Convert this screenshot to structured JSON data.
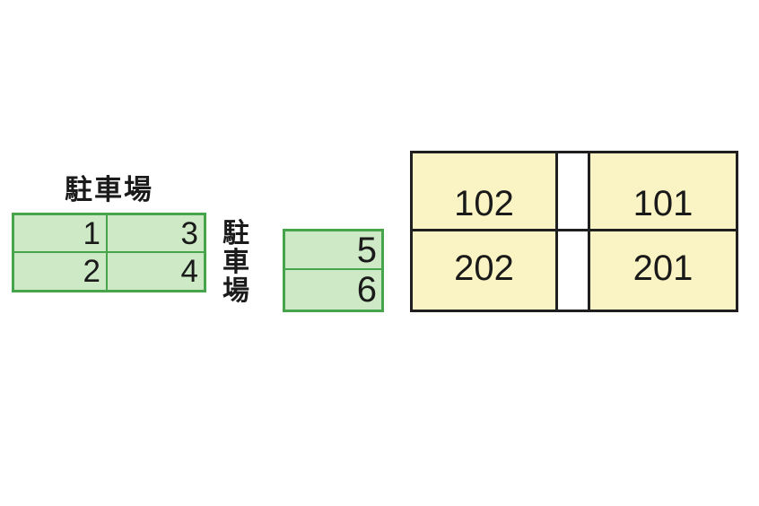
{
  "colors": {
    "background": "#ffffff",
    "green_fill": "#cee9c6",
    "green_border": "#46a54b",
    "yellow_fill": "#faf3c3",
    "black_border": "#1f1f1f",
    "text": "#1a1a1a"
  },
  "parking_area_a": {
    "title": "駐車場",
    "spaces": [
      [
        "1",
        "3"
      ],
      [
        "2",
        "4"
      ]
    ]
  },
  "parking_area_b_label": {
    "text": "駐車場",
    "chars": [
      "駐",
      "車",
      "場"
    ]
  },
  "parking_area_b": {
    "spaces": [
      "5",
      "6"
    ]
  },
  "building_layout": {
    "units": [
      [
        "102",
        "101"
      ],
      [
        "202",
        "201"
      ]
    ]
  }
}
